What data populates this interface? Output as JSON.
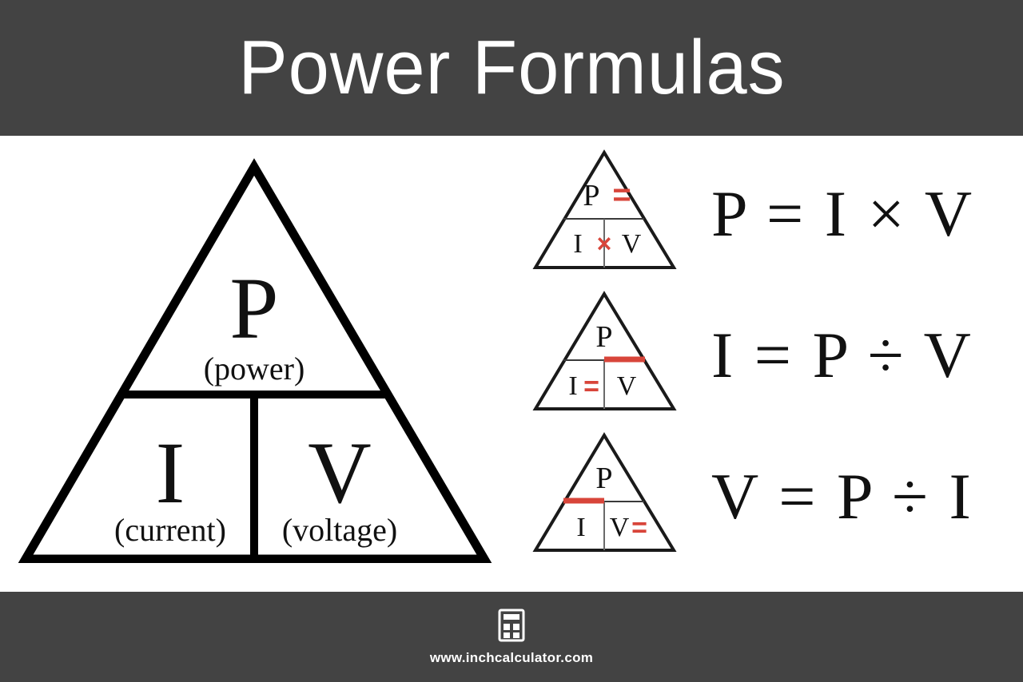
{
  "header": {
    "title": "Power Formulas",
    "background_color": "#434343",
    "text_color": "#ffffff"
  },
  "colors": {
    "dark_bar": "#434343",
    "accent_red": "#D8453A",
    "line_black": "#000000",
    "background": "#ffffff"
  },
  "main_triangle": {
    "name": "power-triangle",
    "top": {
      "symbol": "P",
      "label": "(power)"
    },
    "bottom_left": {
      "symbol": "I",
      "label": "(current)"
    },
    "bottom_right": {
      "symbol": "V",
      "label": "(voltage)"
    }
  },
  "rows": [
    {
      "id": "power",
      "mini_triangle": {
        "top_symbol": "P",
        "top_operator": "=",
        "bottom_left_symbol": "I",
        "middle_operator": "×",
        "bottom_right_symbol": "V",
        "highlight": "none"
      },
      "formula": "P = I × V"
    },
    {
      "id": "current",
      "mini_triangle": {
        "top_symbol": "P",
        "top_operator": "",
        "bottom_left_symbol": "I",
        "bottom_left_operator": "=",
        "bottom_right_symbol": "V",
        "highlight": "right-divider-bar"
      },
      "formula": "I = P ÷ V"
    },
    {
      "id": "voltage",
      "mini_triangle": {
        "top_symbol": "P",
        "top_operator": "",
        "bottom_left_symbol": "I",
        "bottom_right_symbol": "V",
        "bottom_right_operator": "=",
        "highlight": "left-divider-bar"
      },
      "formula": "V = P ÷ I"
    }
  ],
  "footer": {
    "icon": "calculator-icon",
    "url": "www.inchcalculator.com",
    "background_color": "#434343",
    "text_color": "#ffffff"
  }
}
